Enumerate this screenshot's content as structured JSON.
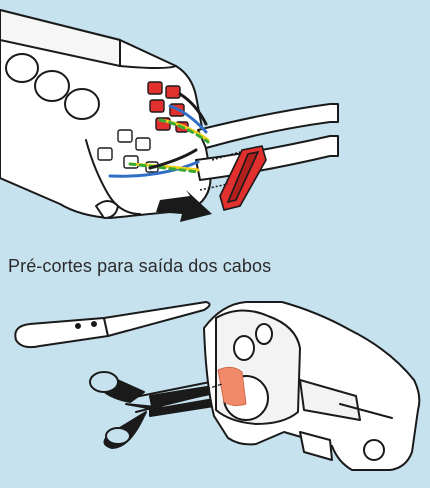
{
  "caption": "Pré-cortes para saída dos cabos",
  "colors": {
    "background": "#c6e2ef",
    "terminal_red": "#e2302f",
    "wire_blue": "#2f6fc6",
    "wire_green": "#3aaa35",
    "wire_yellow": "#f2d21b",
    "wire_black": "#1a1a1a",
    "cut_marker": "#f08a6a",
    "line": "#1a1a1a",
    "fill": "#ffffff"
  },
  "icons": [
    "power-strip-illustration",
    "cable-clamp",
    "push-arrow",
    "knife-icon",
    "scissors-icon",
    "end-cap-housing",
    "precut-marker"
  ]
}
